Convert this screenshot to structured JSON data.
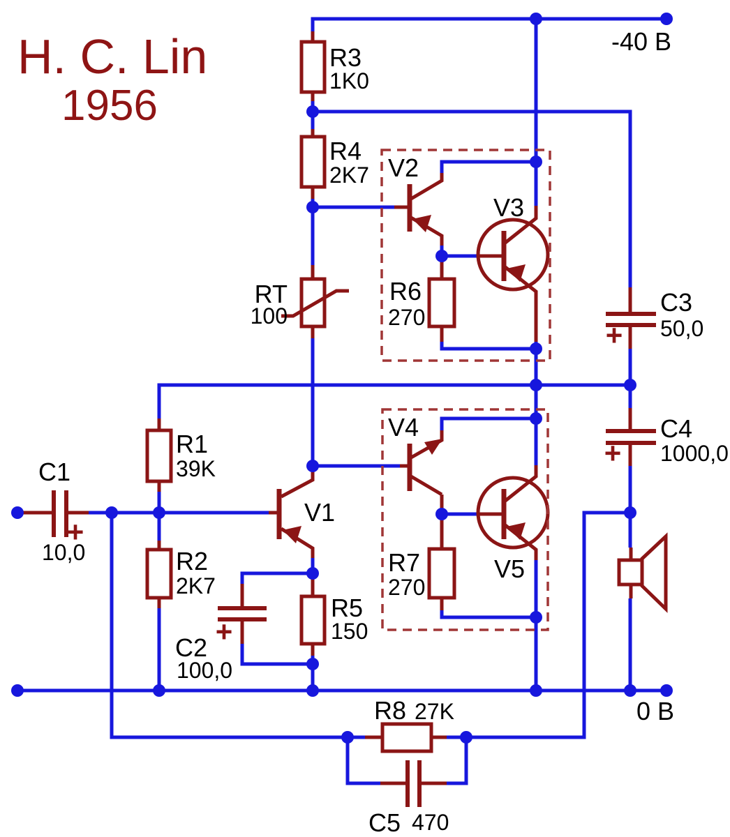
{
  "title": {
    "name": "H. C. Lin",
    "year": "1956"
  },
  "rails": {
    "negative_supply": "-40 B",
    "ground": "0 B"
  },
  "symbols": {
    "plus": "+"
  },
  "components": {
    "r1": {
      "designator": "R1",
      "value": "39K"
    },
    "r2": {
      "designator": "R2",
      "value": "2K7"
    },
    "r3": {
      "designator": "R3",
      "value": "1K0"
    },
    "r4": {
      "designator": "R4",
      "value": "2K7"
    },
    "r5": {
      "designator": "R5",
      "value": "150"
    },
    "r6": {
      "designator": "R6",
      "value": "270"
    },
    "r7": {
      "designator": "R7",
      "value": "270"
    },
    "r8": {
      "designator": "R8",
      "value": "27K"
    },
    "rt": {
      "designator": "RT",
      "value": "100"
    },
    "c1": {
      "designator": "C1",
      "value": "10,0"
    },
    "c2": {
      "designator": "C2",
      "value": "100,0"
    },
    "c3": {
      "designator": "C3",
      "value": "50,0"
    },
    "c4": {
      "designator": "C4",
      "value": "1000,0"
    },
    "c5": {
      "designator": "C5",
      "value": "470"
    },
    "v1": {
      "designator": "V1"
    },
    "v2": {
      "designator": "V2"
    },
    "v3": {
      "designator": "V3"
    },
    "v4": {
      "designator": "V4"
    },
    "v5": {
      "designator": "V5"
    }
  },
  "colors": {
    "wire": "#1717dd",
    "component": "#8b1515",
    "title_text": "#8e1414",
    "label_text": "#000000",
    "dashed_box": "#a03636",
    "background": "#ffffff"
  }
}
